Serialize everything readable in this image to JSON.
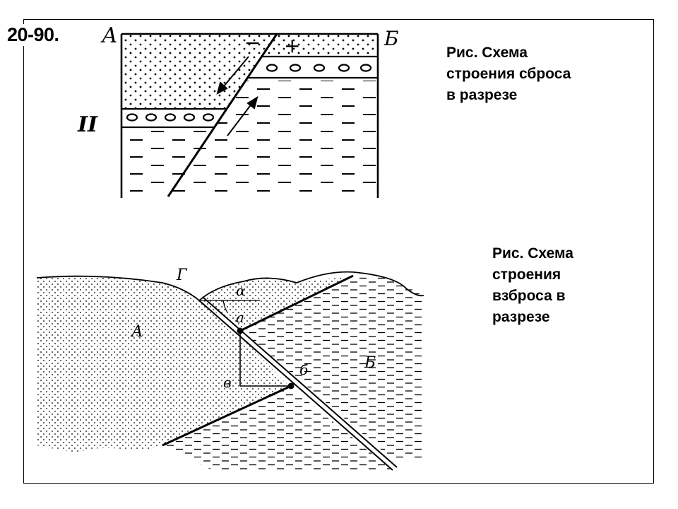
{
  "slide_number": "20-90.",
  "captions": {
    "normal_fault": "Рис. Схема\nстроения сброса\nв разрезе",
    "reverse_fault": "Рис. Схема\n строения\nвзброса в\nразрезе"
  },
  "normal_fault_diagram": {
    "block_left": "А",
    "block_right": "Б",
    "layer_marker": "II",
    "minus_sign": "−",
    "plus_sign": "+"
  },
  "reverse_fault_diagram": {
    "surface": "Г",
    "angle": "α",
    "point_a": "а",
    "point_b": "б",
    "point_v": "в",
    "block_left": "А",
    "block_right": "Б"
  }
}
